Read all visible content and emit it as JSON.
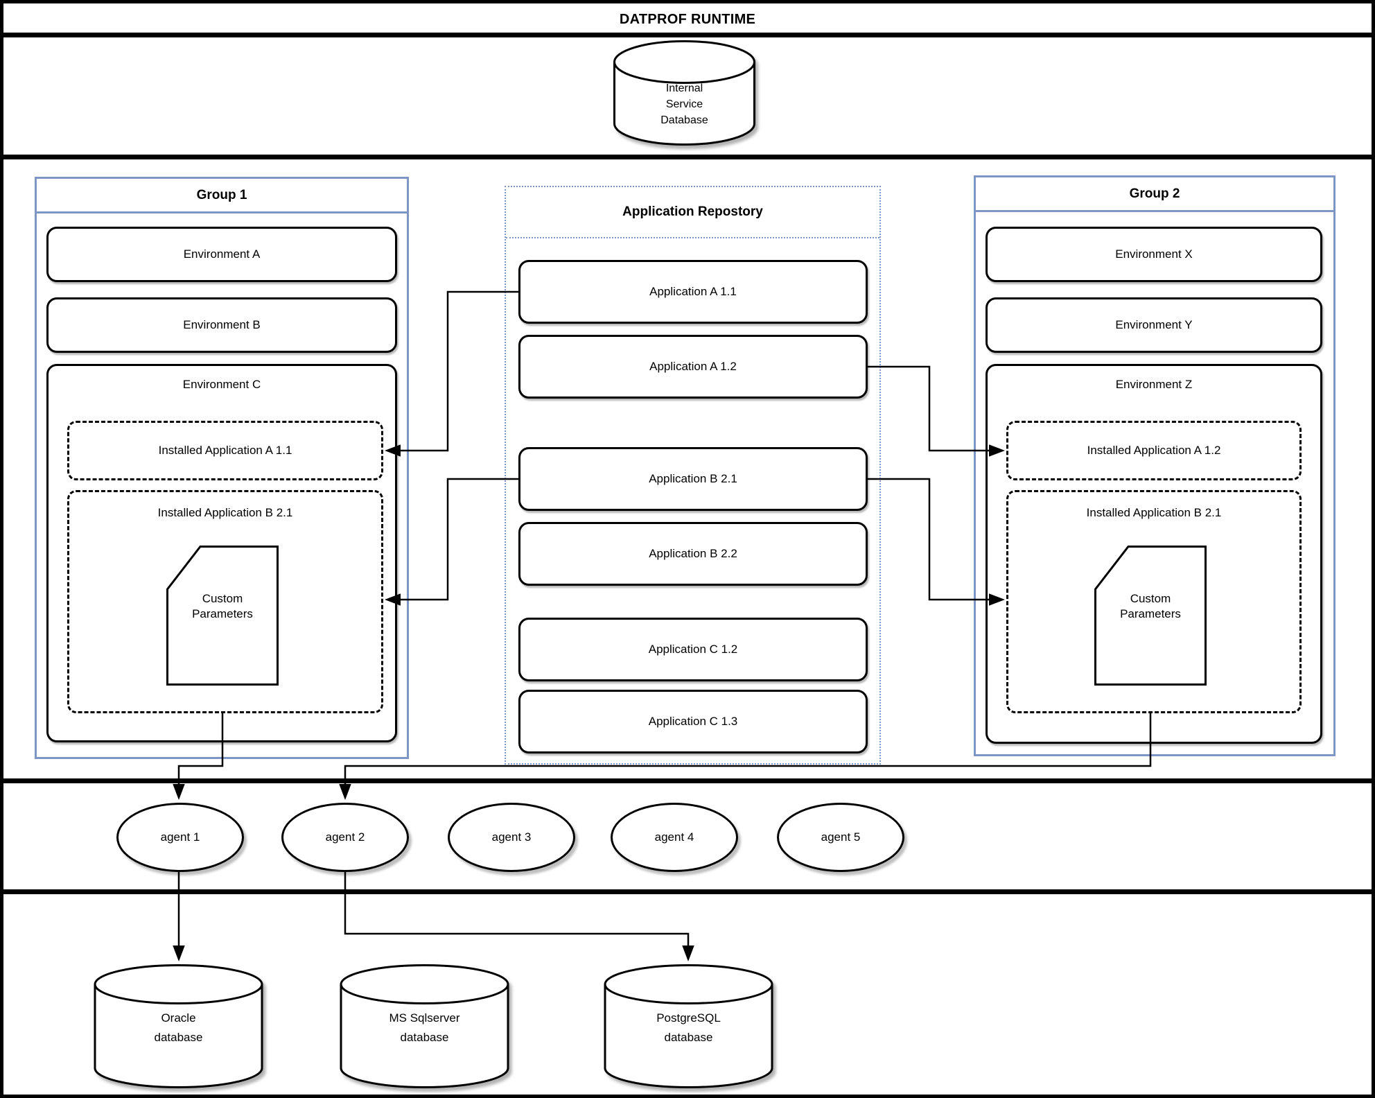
{
  "title": "DATPROF RUNTIME",
  "internal_database": {
    "lines": [
      "Internal",
      "Service",
      "Database"
    ]
  },
  "group1": {
    "title": "Group 1",
    "environments": [
      "Environment A",
      "Environment B",
      "Environment C"
    ],
    "installed_applications": [
      "Installed Application A 1.1",
      "Installed Application B 2.1"
    ],
    "custom_parameters_label": "Custom Parameters"
  },
  "repository": {
    "title": "Application Repostory",
    "applications": [
      "Application A 1.1",
      "Application A 1.2",
      "Application B 2.1",
      "Application B 2.2",
      "Application C 1.2",
      "Application C 1.3"
    ]
  },
  "group2": {
    "title": "Group 2",
    "environments": [
      "Environment X",
      "Environment Y",
      "Environment Z"
    ],
    "installed_applications": [
      "Installed Application A 1.2",
      "Installed Application B 2.1"
    ],
    "custom_parameters_label": "Custom Parameters"
  },
  "agents": [
    "agent 1",
    "agent 2",
    "agent 3",
    "agent 4",
    "agent 5"
  ],
  "databases": [
    {
      "name": "Oracle",
      "type": "database"
    },
    {
      "name": "MS Sqlserver",
      "type": "database"
    },
    {
      "name": "PostgreSQL",
      "type": "database"
    }
  ],
  "colors": {
    "group_border": "#7d96c3",
    "line": "#000000"
  }
}
